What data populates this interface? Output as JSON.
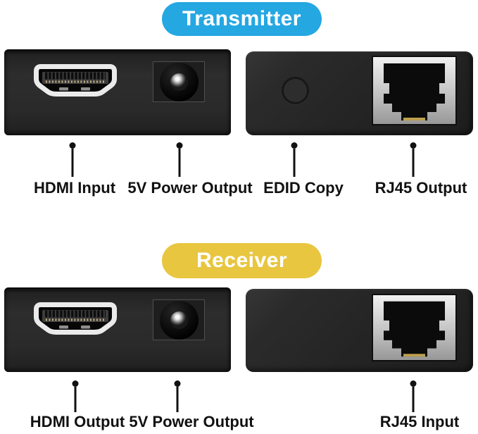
{
  "title": "HDMI extender transmitter and receiver port callout diagram",
  "colors": {
    "transmitter_badge": "#25a7e2",
    "receiver_badge": "#e8c640",
    "label_text": "#111111",
    "device_body": "#272727",
    "rj45_metal": "#c6c6c6",
    "background": "#ffffff"
  },
  "transmitter": {
    "badge": "Transmitter",
    "callouts": [
      {
        "label": "HDMI Input"
      },
      {
        "label": "5V Power Output"
      },
      {
        "label": "EDID Copy"
      },
      {
        "label": "RJ45 Output"
      }
    ]
  },
  "receiver": {
    "badge": "Receiver",
    "callouts": [
      {
        "label": "HDMI Output"
      },
      {
        "label": "5V Power Output"
      },
      {
        "label": "RJ45 Input"
      }
    ]
  }
}
